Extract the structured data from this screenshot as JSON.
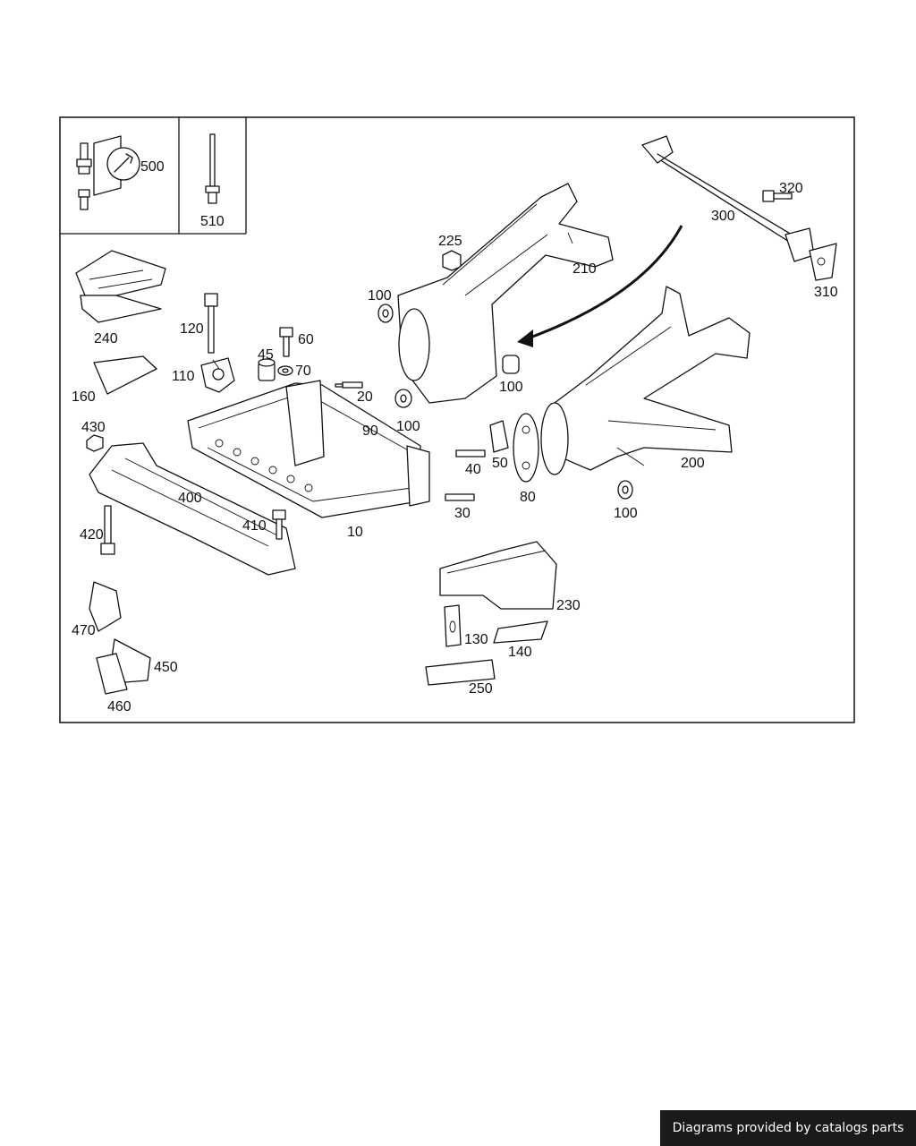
{
  "labels": {
    "l500": "500",
    "l510": "510",
    "l240": "240",
    "l160": "160",
    "l120": "120",
    "l110": "110",
    "l45": "45",
    "l60": "60",
    "l70": "70",
    "l20": "20",
    "l90": "90",
    "l225": "225",
    "l100a": "100",
    "l100b": "100",
    "l100c": "100",
    "l100d": "100",
    "l210": "210",
    "l300": "300",
    "l320": "320",
    "l310": "310",
    "l430": "430",
    "l400": "400",
    "l420": "420",
    "l410": "410",
    "l10": "10",
    "l40": "40",
    "l30": "30",
    "l50": "50",
    "l80": "80",
    "l200": "200",
    "l230": "230",
    "l130": "130",
    "l140": "140",
    "l250": "250",
    "l470": "470",
    "l450": "450",
    "l460": "460"
  },
  "footer": {
    "text": "Diagrams provided by catalogs parts"
  }
}
